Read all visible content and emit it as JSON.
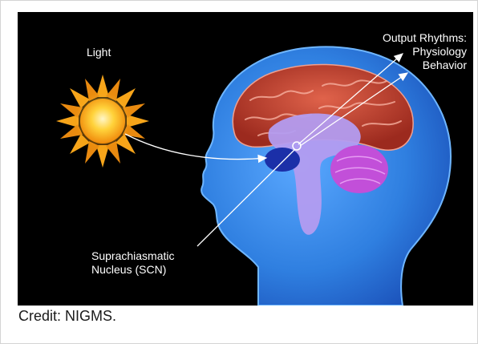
{
  "figure": {
    "light_label": "Light",
    "output_title": "Output Rhythms:",
    "output_items": [
      "Physiology",
      "Behavior"
    ],
    "scn_line1": "Suprachiasmatic",
    "scn_line2": "Nucleus (SCN)"
  },
  "caption": {
    "text": "Credit: NIGMS."
  },
  "colors": {
    "background": "#000000",
    "head": "#2f7fe0",
    "cerebrum": "#c8412f",
    "limbic": "#a58ee0",
    "cerebellum": "#c24fd9",
    "sun": "#ffb91f",
    "arrows": "#ffffff"
  },
  "icons": {
    "sun": "sun-icon"
  }
}
